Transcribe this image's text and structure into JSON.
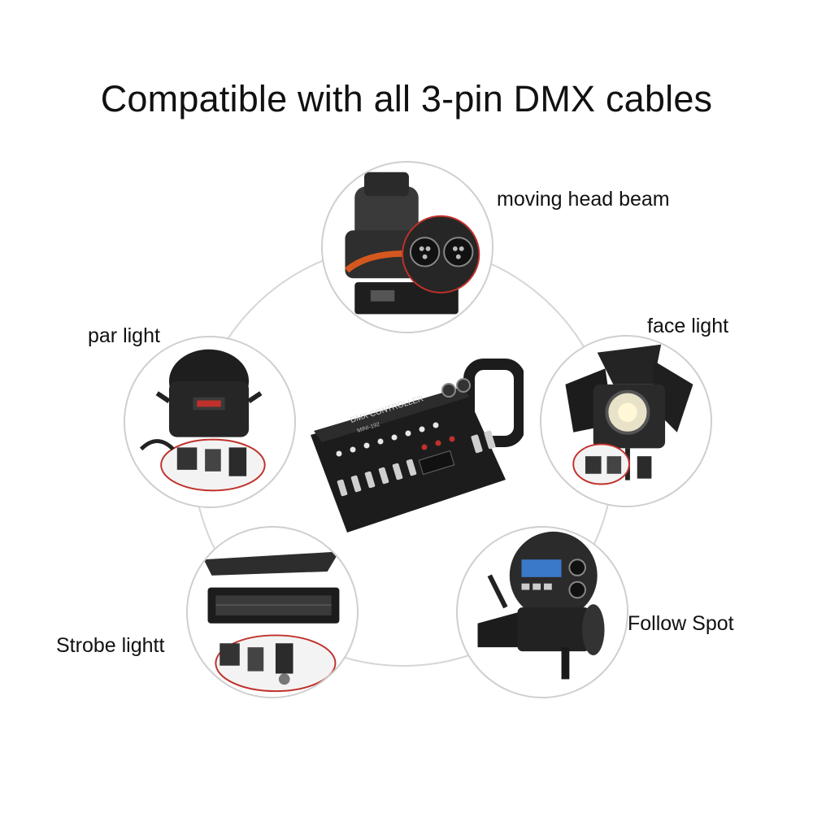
{
  "headline": "Compatible with all 3-pin DMX cables",
  "fixtures": [
    {
      "id": "moving-head-beam",
      "label": "moving head beam"
    },
    {
      "id": "face-light",
      "label": "face light"
    },
    {
      "id": "follow-spot",
      "label": "Follow Spot"
    },
    {
      "id": "strobe-light",
      "label": "Strobe lightt"
    },
    {
      "id": "par-light",
      "label": "par light"
    }
  ],
  "controller": {
    "panel_title": "DMX CONTROLLER",
    "panel_model": "MINI-192"
  },
  "colors": {
    "ring": "#d6d6d6",
    "fixture_body": "#1c1c1c",
    "connector_highlight": "#c0312b",
    "accent_orange": "#d4581e"
  }
}
